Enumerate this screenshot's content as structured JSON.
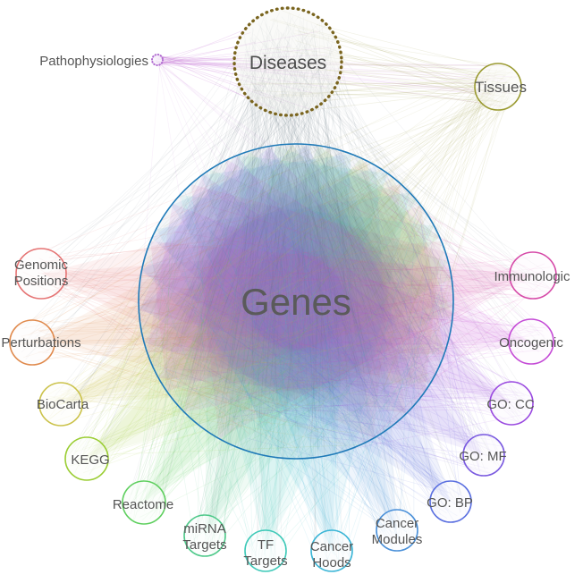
{
  "canvas": {
    "background": "#ffffff"
  },
  "nodes": {
    "genes": {
      "label": "Genes",
      "color": "#1f7ab8"
    },
    "diseases": {
      "label": "Diseases",
      "color": "#7a651f"
    },
    "tissues": {
      "label": "Tissues",
      "color": "#9a9a30"
    },
    "pathophysiologies": {
      "label": "Pathophysiologies",
      "color": "#b06ad0"
    },
    "genomic_positions": {
      "label_line1": "Genomic",
      "label_line2": "Positions",
      "color": "#e57373"
    },
    "perturbations": {
      "label": "Perturbations",
      "color": "#e08a4d"
    },
    "biocarta": {
      "label": "BioCarta",
      "color": "#cbc24a"
    },
    "kegg": {
      "label": "KEGG",
      "color": "#9acd32"
    },
    "reactome": {
      "label": "Reactome",
      "color": "#5ecf5e"
    },
    "mirna_targets": {
      "label_line1": "miRNA",
      "label_line2": "Targets",
      "color": "#4fc98a"
    },
    "tf_targets": {
      "label_line1": "TF",
      "label_line2": "Targets",
      "color": "#3ec9b8"
    },
    "cancer_hoods": {
      "label_line1": "Cancer",
      "label_line2": "Hoods",
      "color": "#3ab5d6"
    },
    "cancer_modules": {
      "label_line1": "Cancer",
      "label_line2": "Modules",
      "color": "#4a90d9"
    },
    "go_bp": {
      "label": "GO: BP",
      "color": "#5a6fe0"
    },
    "go_mf": {
      "label": "GO: MF",
      "color": "#7a5ae0"
    },
    "go_cc": {
      "label": "GO: CC",
      "color": "#9a4ae0"
    },
    "oncogenic": {
      "label": "Oncogenic",
      "color": "#c44ad6"
    },
    "immunologic": {
      "label": "Immunologic",
      "color": "#d64aa8"
    }
  },
  "edges": [
    {
      "from": "pathophysiologies",
      "to": "diseases",
      "color": "#c879d8",
      "lines": 22,
      "line_opacity": 0.25
    },
    {
      "from": "pathophysiologies",
      "to": "tissues",
      "color": "#c879d8",
      "lines": 12,
      "line_opacity": 0.16
    },
    {
      "from": "pathophysiologies",
      "to": "genes",
      "color": "#c879d8",
      "lines": 12,
      "line_opacity": 0.1
    },
    {
      "from": "tissues",
      "to": "diseases",
      "color": "#9a9a40",
      "lines": 34,
      "line_opacity": 0.15
    },
    {
      "from": "tissues",
      "to": "genes",
      "color": "#9a9a40",
      "lines": 65,
      "line_opacity": 0.1
    },
    {
      "from": "diseases",
      "to": "genes",
      "color": "#5a6a78",
      "lines": 170,
      "line_opacity": 0.09
    },
    {
      "from": "diseases",
      "to": "genomic_positions",
      "color": "#5a6a78",
      "lines": 8,
      "line_opacity": 0.08
    },
    {
      "from": "diseases",
      "to": "perturbations",
      "color": "#5a6a78",
      "lines": 8,
      "line_opacity": 0.08
    },
    {
      "from": "diseases",
      "to": "biocarta",
      "color": "#5a6a78",
      "lines": 8,
      "line_opacity": 0.08
    },
    {
      "from": "diseases",
      "to": "kegg",
      "color": "#5a6a78",
      "lines": 8,
      "line_opacity": 0.08
    },
    {
      "from": "diseases",
      "to": "reactome",
      "color": "#5a6a78",
      "lines": 8,
      "line_opacity": 0.08
    },
    {
      "from": "diseases",
      "to": "mirna_targets",
      "color": "#5a6a78",
      "lines": 8,
      "line_opacity": 0.08
    },
    {
      "from": "diseases",
      "to": "tf_targets",
      "color": "#5a6a78",
      "lines": 8,
      "line_opacity": 0.08
    },
    {
      "from": "diseases",
      "to": "cancer_hoods",
      "color": "#5a6a78",
      "lines": 8,
      "line_opacity": 0.08
    },
    {
      "from": "diseases",
      "to": "cancer_modules",
      "color": "#5a6a78",
      "lines": 8,
      "line_opacity": 0.08
    },
    {
      "from": "diseases",
      "to": "go_bp",
      "color": "#5a6a78",
      "lines": 8,
      "line_opacity": 0.08
    },
    {
      "from": "diseases",
      "to": "go_mf",
      "color": "#5a6a78",
      "lines": 8,
      "line_opacity": 0.08
    },
    {
      "from": "diseases",
      "to": "go_cc",
      "color": "#5a6a78",
      "lines": 8,
      "line_opacity": 0.08
    },
    {
      "from": "diseases",
      "to": "oncogenic",
      "color": "#5a6a78",
      "lines": 8,
      "line_opacity": 0.08
    },
    {
      "from": "diseases",
      "to": "immunologic",
      "color": "#5a6a78",
      "lines": 8,
      "line_opacity": 0.08
    },
    {
      "from": "genes",
      "to": "genomic_positions",
      "color": "#e57373",
      "lines": 30,
      "line_opacity": 0.12,
      "beam": true
    },
    {
      "from": "genes",
      "to": "perturbations",
      "color": "#e08a4d",
      "lines": 30,
      "line_opacity": 0.12,
      "beam": true
    },
    {
      "from": "genes",
      "to": "biocarta",
      "color": "#cbc24a",
      "lines": 30,
      "line_opacity": 0.12,
      "beam": true
    },
    {
      "from": "genes",
      "to": "kegg",
      "color": "#9acd32",
      "lines": 30,
      "line_opacity": 0.12,
      "beam": true
    },
    {
      "from": "genes",
      "to": "reactome",
      "color": "#5ecf5e",
      "lines": 30,
      "line_opacity": 0.12,
      "beam": true
    },
    {
      "from": "genes",
      "to": "mirna_targets",
      "color": "#4fc98a",
      "lines": 30,
      "line_opacity": 0.12,
      "beam": true
    },
    {
      "from": "genes",
      "to": "tf_targets",
      "color": "#3ec9b8",
      "lines": 30,
      "line_opacity": 0.12,
      "beam": true
    },
    {
      "from": "genes",
      "to": "cancer_hoods",
      "color": "#3ab5d6",
      "lines": 30,
      "line_opacity": 0.12,
      "beam": true
    },
    {
      "from": "genes",
      "to": "cancer_modules",
      "color": "#4a90d9",
      "lines": 30,
      "line_opacity": 0.12,
      "beam": true
    },
    {
      "from": "genes",
      "to": "go_bp",
      "color": "#5a6fe0",
      "lines": 30,
      "line_opacity": 0.12,
      "beam": true
    },
    {
      "from": "genes",
      "to": "go_mf",
      "color": "#7a5ae0",
      "lines": 30,
      "line_opacity": 0.12,
      "beam": true
    },
    {
      "from": "genes",
      "to": "go_cc",
      "color": "#9a4ae0",
      "lines": 30,
      "line_opacity": 0.12,
      "beam": true
    },
    {
      "from": "genes",
      "to": "oncogenic",
      "color": "#c44ad6",
      "lines": 30,
      "line_opacity": 0.12,
      "beam": true
    },
    {
      "from": "genes",
      "to": "immunologic",
      "color": "#d64aa8",
      "lines": 30,
      "line_opacity": 0.12,
      "beam": true
    }
  ]
}
